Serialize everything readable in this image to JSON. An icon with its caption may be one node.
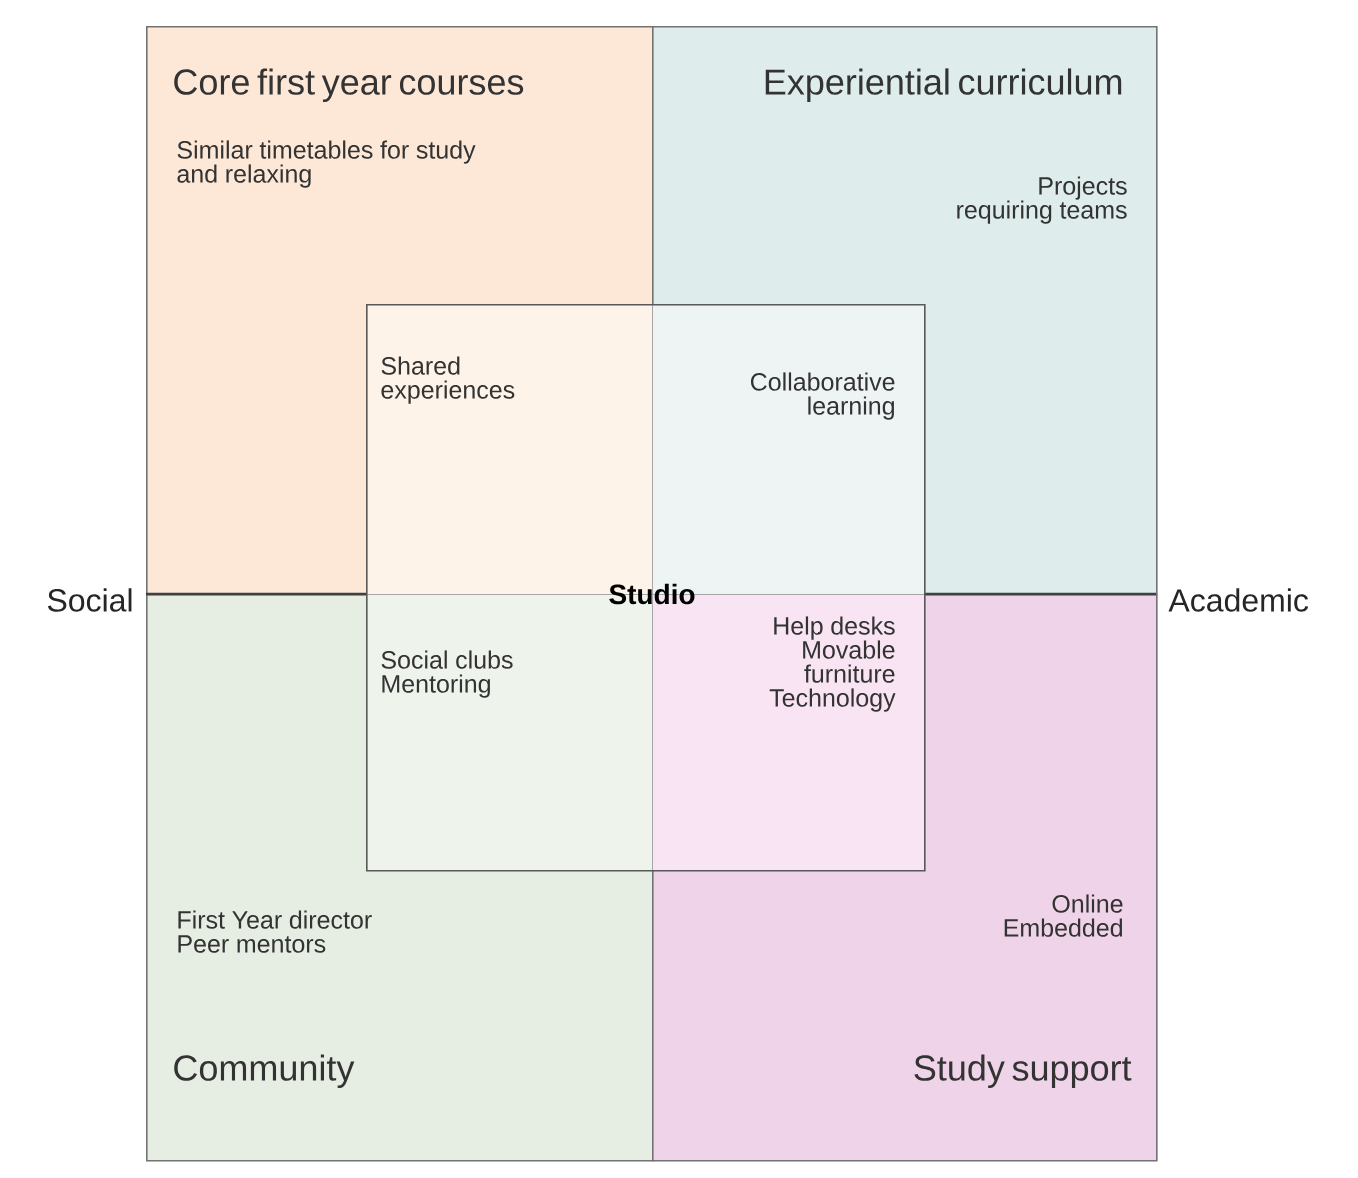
{
  "diagram": {
    "nodes": [
      {
        "text": [
          "Core first year courses",
          "Similar timetables for study and relaxing"
        ]
      },
      {
        "text": [
          "Experiential curriculum",
          "Projects requiring teams"
        ]
      },
      {
        "text": [
          "First Year director Peer mentors",
          "Community"
        ]
      },
      {
        "text": [
          "Online Embedded",
          "Study support"
        ]
      },
      {
        "text": [
          "Studio"
        ]
      },
      {
        "text": [
          "Shared experiences"
        ]
      },
      {
        "text": [
          "Collaborative learning"
        ]
      },
      {
        "text": [
          "Social clubs Mentoring"
        ]
      },
      {
        "text": [
          "Help desks Movable furniture Technology"
        ]
      }
    ],
    "labels": [
      "Social",
      "Academic"
    ]
  }
}
